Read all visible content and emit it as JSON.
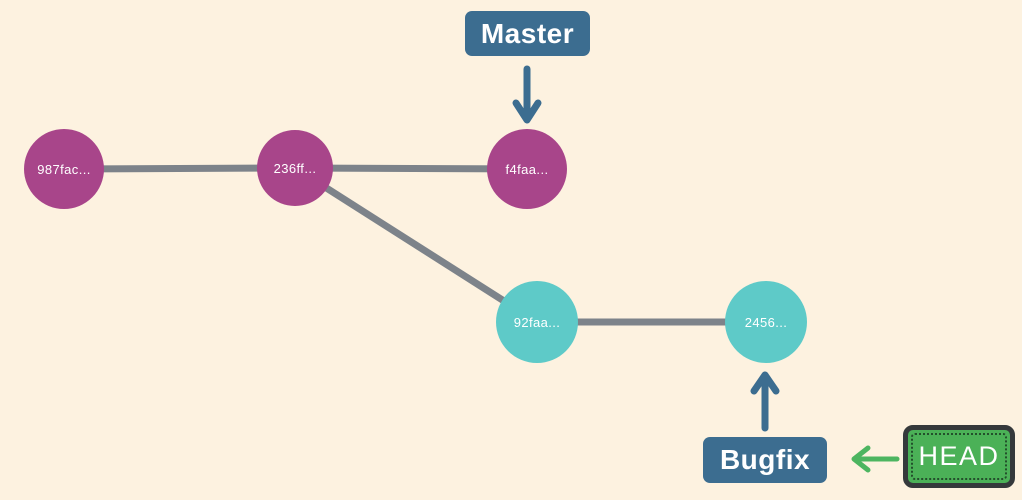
{
  "diagram": {
    "type": "git-commit-graph",
    "background_color": "#fdf2e0",
    "colors": {
      "master_commit_fill": "#a8458a",
      "bugfix_commit_fill": "#5ecac8",
      "edge_stroke": "#7d838a",
      "branch_label_bg": "#3c6d90",
      "branch_label_text": "#ffffff",
      "branch_arrow": "#3c6d90",
      "head_fill": "#4bb157",
      "head_border": "#35393b",
      "head_arrow": "#4db560",
      "commit_text": "#ffffff"
    },
    "commits": [
      {
        "id": "987fac...",
        "branch": "master"
      },
      {
        "id": "236ff...",
        "branch": "master"
      },
      {
        "id": "f4faa...",
        "branch": "master"
      },
      {
        "id": "92faa...",
        "branch": "bugfix"
      },
      {
        "id": "2456...",
        "branch": "bugfix"
      }
    ],
    "edges": [
      [
        "987fac...",
        "236ff..."
      ],
      [
        "236ff...",
        "f4faa..."
      ],
      [
        "236ff...",
        "92faa..."
      ],
      [
        "92faa...",
        "2456..."
      ]
    ],
    "labels": {
      "master": "Master",
      "bugfix": "Bugfix",
      "head": "HEAD"
    },
    "pointers": [
      {
        "label": "Master",
        "points_to": "f4faa...",
        "direction": "down"
      },
      {
        "label": "Bugfix",
        "points_to": "2456...",
        "direction": "up"
      },
      {
        "label": "HEAD",
        "points_to": "Bugfix",
        "direction": "left"
      }
    ]
  }
}
